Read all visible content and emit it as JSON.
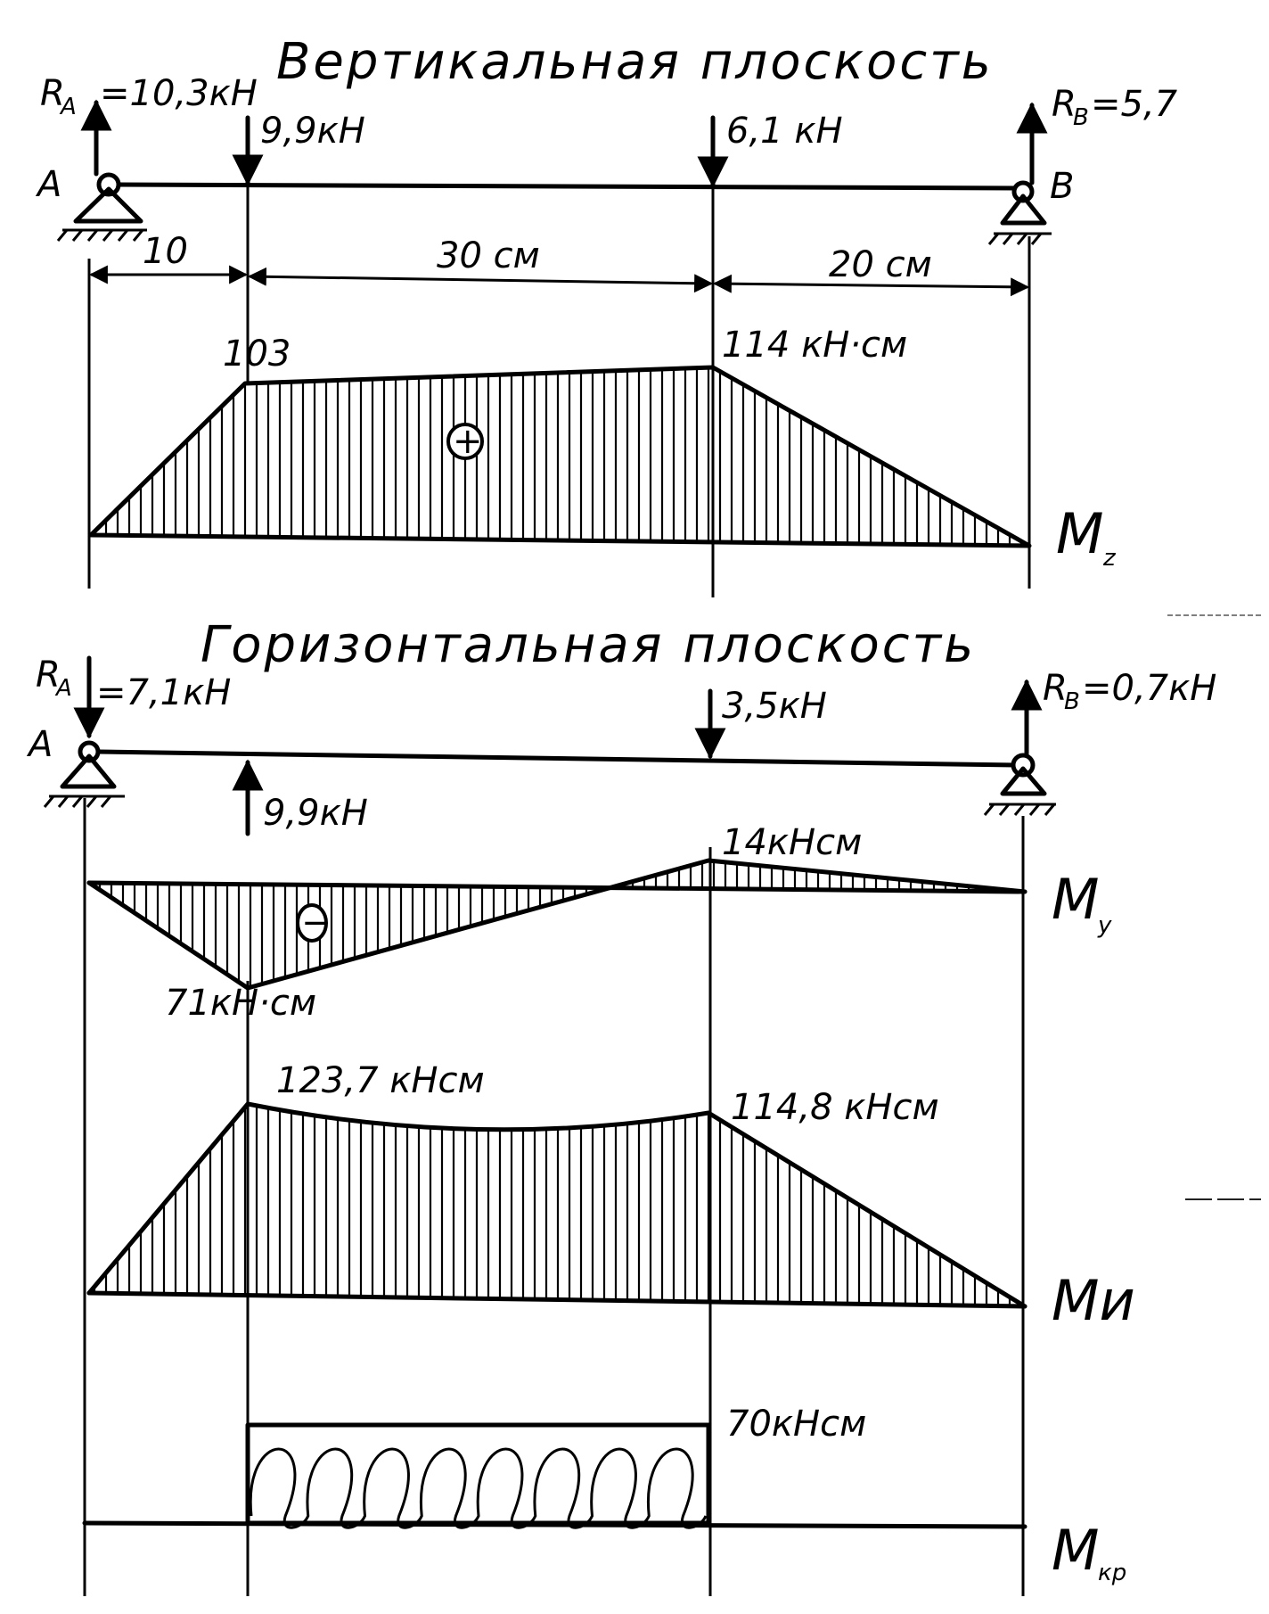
{
  "vertical": {
    "title": "Вертикальная плоскость",
    "ra_label": "R",
    "ra_sub": "A",
    "ra_value": "=10,3кН",
    "rb_label": "R",
    "rb_sub": "B",
    "rb_value": "=5,7",
    "point_a": "A",
    "point_b": "B",
    "load1": "9,9кН",
    "load2": "6,1 кН",
    "dim1": "10",
    "dim2": "30 см",
    "dim3": "20 см",
    "mz_val1": "103",
    "mz_val2": "114 кН·см",
    "mz_sign": "+",
    "mz_label": "M",
    "mz_sub": "z"
  },
  "horizontal": {
    "title": "Горизонтальная плоскость",
    "ra_label": "R",
    "ra_sub": "A",
    "ra_value": "=7,1кН",
    "rb_label": "R",
    "rb_sub": "B",
    "rb_value": "=0,7кН",
    "point_a": "A",
    "load1": "9,9кН",
    "load2": "3,5кН",
    "my_val1": "71кН·см",
    "my_val2": "14кНсм",
    "my_sign": "−",
    "my_label": "M",
    "my_sub": "y"
  },
  "bending": {
    "val1": "123,7 кНсм",
    "val2": "114,8 кНсм",
    "label": "Mи"
  },
  "torque": {
    "val": "70кНсм",
    "label": "M",
    "sub": "кр"
  }
}
